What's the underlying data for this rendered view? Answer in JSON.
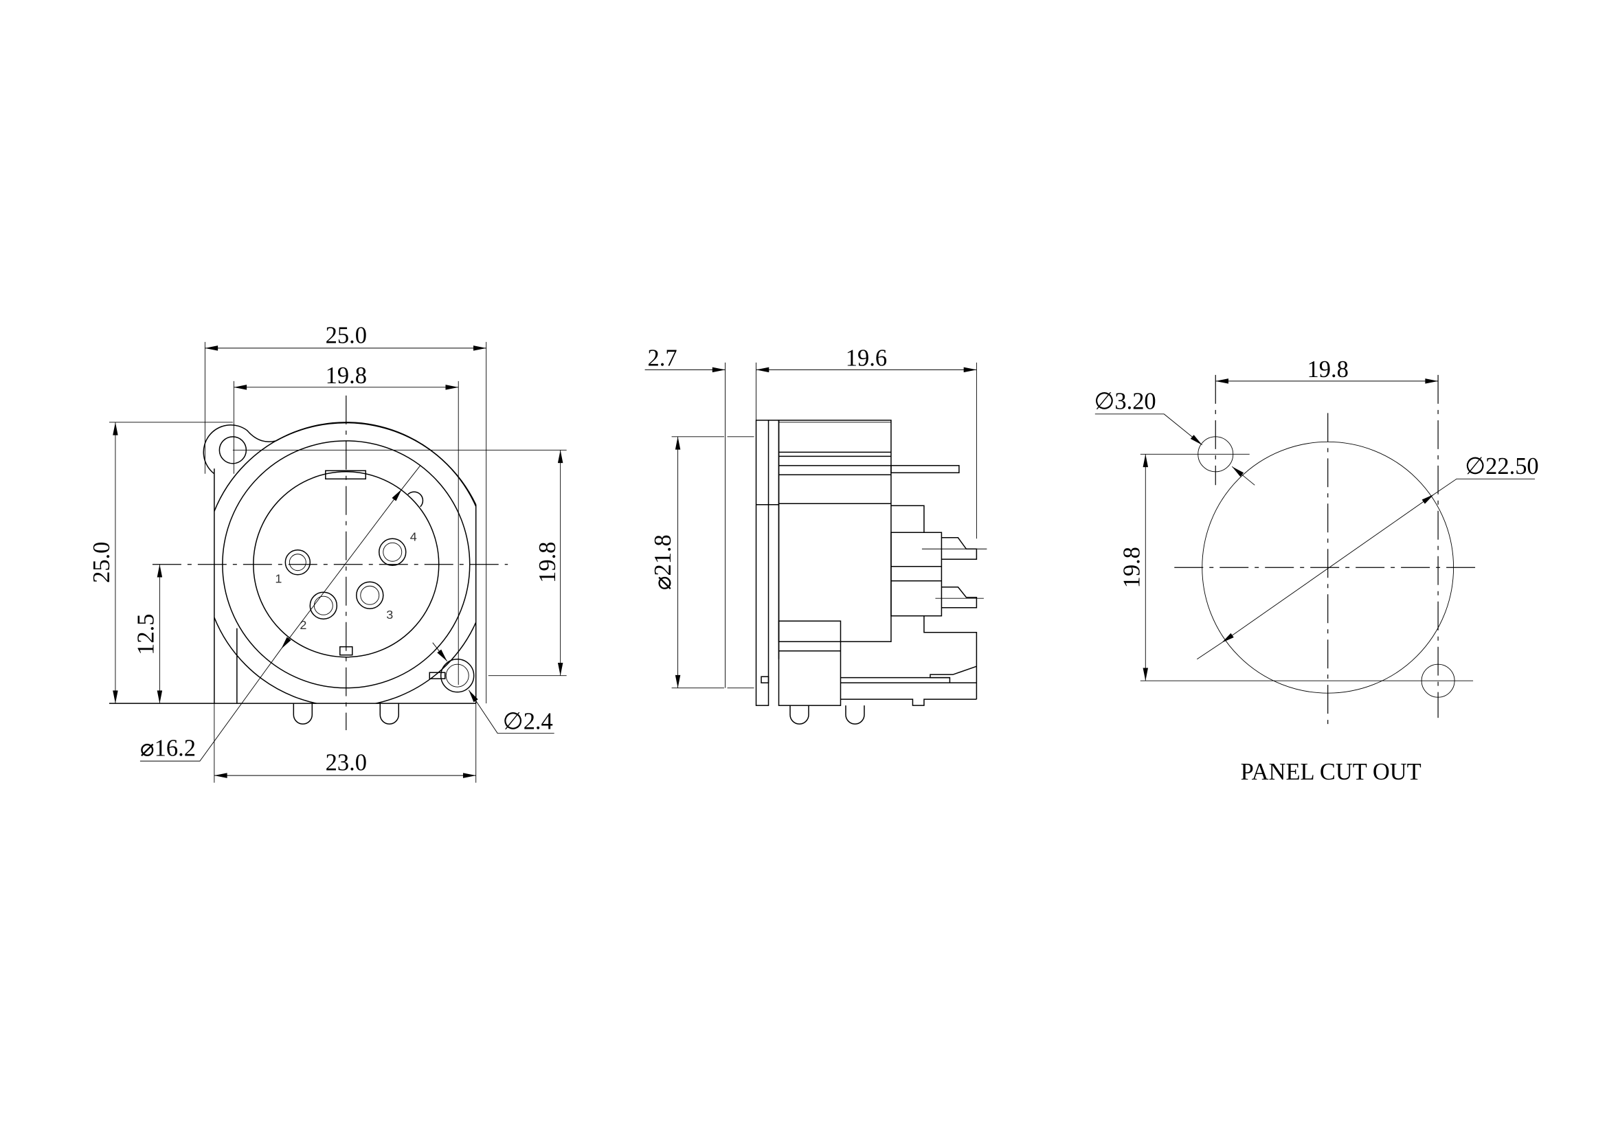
{
  "front_view": {
    "width_overall": "25.0",
    "hole_spacing_h": "19.8",
    "height_overall": "25.0",
    "hole_spacing_v": "19.8",
    "center_height": "12.5",
    "body_width": "23.0",
    "insert_diameter": "⌀16.2",
    "hole_diameter": "∅2.4",
    "pins": [
      "1",
      "2",
      "3",
      "4"
    ]
  },
  "side_view": {
    "flange_thickness": "2.7",
    "body_depth": "19.6",
    "diameter": "⌀21.8"
  },
  "panel_cutout": {
    "hole_spacing_h": "19.8",
    "hole_spacing_v": "19.8",
    "hole_diameter": "∅3.20",
    "cutout_diameter": "∅22.50",
    "caption": "PANEL CUT OUT"
  }
}
